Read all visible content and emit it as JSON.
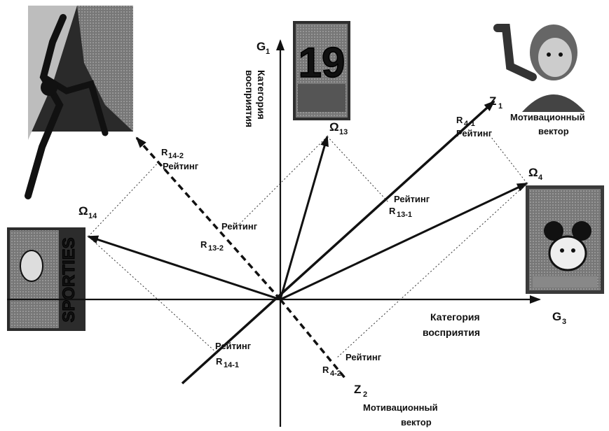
{
  "axes": {
    "g1": {
      "letter": "G",
      "sub": "1",
      "title_line1": "Категория",
      "title_line2": "восприятия"
    },
    "g3": {
      "letter": "G",
      "sub": "3",
      "title_line1": "Категория",
      "title_line2": "восприятия"
    }
  },
  "vectors": {
    "z1": {
      "letter": "Z",
      "sub": "1",
      "line1": "Мотивационный",
      "line2": "вектор"
    },
    "z2": {
      "letter": "Z",
      "sub": "2",
      "line1": "Мотивационный",
      "line2": "вектор"
    }
  },
  "objects": {
    "omega13": {
      "letter": "Ω",
      "sub": "13",
      "picture_text": "19"
    },
    "omega14": {
      "letter": "Ω",
      "sub": "14",
      "picture_text": "SPORTIES"
    },
    "omega4": {
      "letter": "Ω",
      "sub": "4"
    }
  },
  "ratings": {
    "r14_2": {
      "r": "R",
      "sub": "14-2",
      "word": "Рейтинг"
    },
    "r13_2": {
      "r": "R",
      "sub": "13-2",
      "word": "Рейтинг"
    },
    "r13_1": {
      "r": "R",
      "sub": "13-1",
      "word": "Рейтинг"
    },
    "r4_1": {
      "r": "R",
      "sub": "4-1",
      "word": "Рейтинг"
    },
    "r14_1": {
      "r": "R",
      "sub": "14-1",
      "word": "Рейтинг"
    },
    "r4_2": {
      "r": "R",
      "sub": "4-2",
      "word": "Рейтинг"
    }
  },
  "colors": {
    "ink": "#111111",
    "dotted": "#333333"
  }
}
